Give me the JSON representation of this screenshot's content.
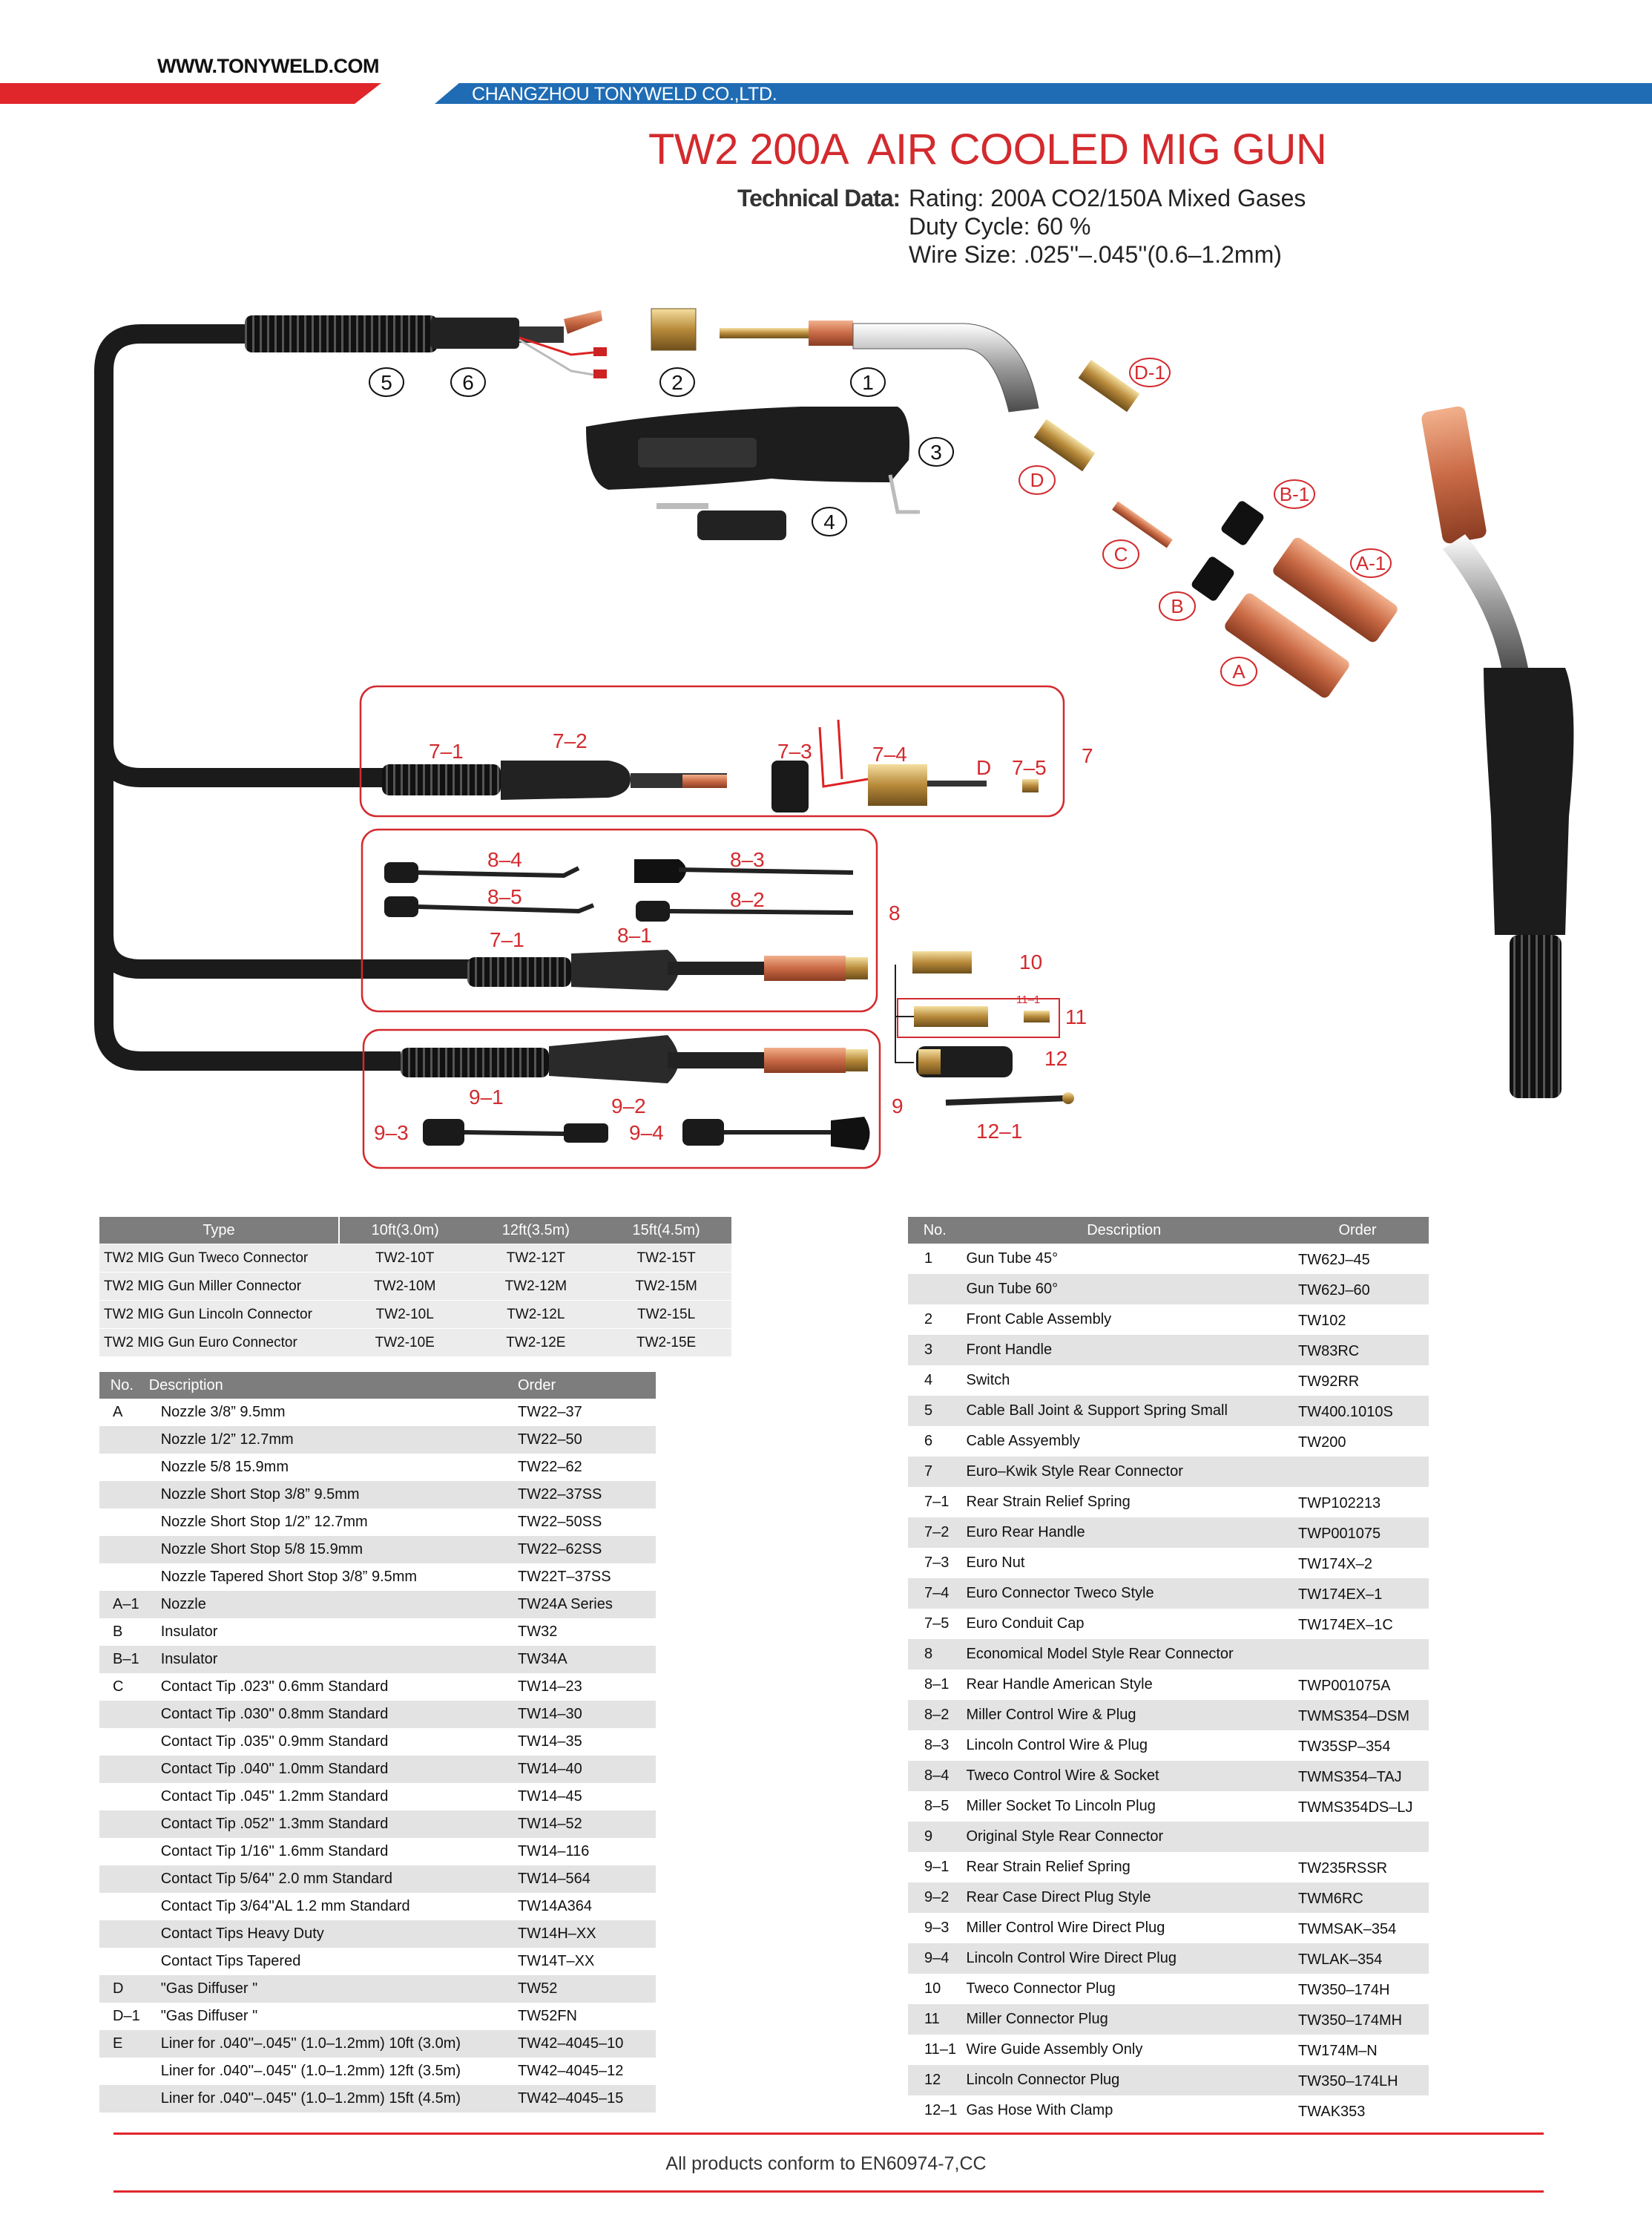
{
  "header": {
    "website": "WWW.TONYWELD.COM",
    "company": "CHANGZHOU TONYWELD CO.,LTD.",
    "title": "TW2 200A  AIR COOLED MIG GUN"
  },
  "tech": {
    "label": "Technical Data:",
    "lines": [
      "Rating: 200A CO2/150A Mixed Gases",
      "Duty Cycle: 60 %",
      "Wire Size: .025''–.045''(0.6–1.2mm)"
    ]
  },
  "callouts": {
    "c1": "1",
    "c2": "2",
    "c3": "3",
    "c4": "4",
    "c5": "5",
    "c6": "6",
    "A": "A",
    "A1": "A-1",
    "B": "B",
    "B1": "B-1",
    "C": "C",
    "D": "D",
    "D1": "D-1",
    "g7": "7",
    "g7_1": "7–1",
    "g7_2": "7–2",
    "g7_3": "7–3",
    "g7_4": "7–4",
    "g7_D": "D",
    "g7_5": "7–5",
    "g8": "8",
    "g8_1": "8–1",
    "g8_2": "8–2",
    "g8_3": "8–3",
    "g8_4": "8–4",
    "g8_5": "8–5",
    "g8_71": "7–1",
    "g9": "9",
    "g9_1": "9–1",
    "g9_2": "9–2",
    "g9_3": "9–3",
    "g9_4": "9–4",
    "g10": "10",
    "g11": "11",
    "g11_1": "11–1",
    "g12": "12",
    "g12_1": "12–1"
  },
  "type_table": {
    "headers": [
      "Type",
      "10ft(3.0m)",
      "12ft(3.5m)",
      "15ft(4.5m)"
    ],
    "rows": [
      [
        "TW2 MIG Gun Tweco Connector",
        "TW2-10T",
        "TW2-12T",
        "TW2-15T"
      ],
      [
        "TW2 MIG Gun Miller Connector",
        "TW2-10M",
        "TW2-12M",
        "TW2-15M"
      ],
      [
        "TW2 MIG Gun Lincoln Connector",
        "TW2-10L",
        "TW2-12L",
        "TW2-15L"
      ],
      [
        "TW2 MIG Gun Euro Connector",
        "TW2-10E",
        "TW2-12E",
        "TW2-15E"
      ]
    ]
  },
  "consumables_table": {
    "headers": [
      "No.",
      "Description",
      "Order"
    ],
    "rows": [
      [
        "A",
        "Nozzle 3/8”   9.5mm",
        "TW22–37"
      ],
      [
        "",
        "Nozzle 1/2”   12.7mm",
        "TW22–50"
      ],
      [
        "",
        "Nozzle 5/8  15.9mm",
        "TW22–62"
      ],
      [
        "",
        "Nozzle Short Stop 3/8”   9.5mm",
        "TW22–37SS"
      ],
      [
        "",
        "Nozzle Short Stop 1/2”   12.7mm",
        "TW22–50SS"
      ],
      [
        "",
        "Nozzle Short Stop 5/8  15.9mm",
        "TW22–62SS"
      ],
      [
        "",
        "Nozzle Tapered Short Stop 3/8”   9.5mm",
        "TW22T–37SS"
      ],
      [
        "A–1",
        "Nozzle",
        "TW24A Series"
      ],
      [
        "B",
        "Insulator",
        "TW32"
      ],
      [
        "B–1",
        "Insulator",
        "TW34A"
      ],
      [
        "C",
        "Contact Tip .023'' 0.6mm Standard",
        "TW14–23"
      ],
      [
        "",
        "Contact Tip .030'' 0.8mm Standard",
        "TW14–30"
      ],
      [
        "",
        "Contact Tip .035'' 0.9mm Standard",
        "TW14–35"
      ],
      [
        "",
        "Contact Tip .040'' 1.0mm Standard",
        "TW14–40"
      ],
      [
        "",
        "Contact Tip .045'' 1.2mm Standard",
        "TW14–45"
      ],
      [
        "",
        "Contact Tip .052'' 1.3mm Standard",
        "TW14–52"
      ],
      [
        "",
        "Contact Tip 1/16'' 1.6mm Standard",
        "TW14–116"
      ],
      [
        "",
        "Contact Tip 5/64'' 2.0 mm Standard",
        "TW14–564"
      ],
      [
        "",
        "Contact Tip 3/64''AL 1.2 mm Standard",
        "TW14A364"
      ],
      [
        "",
        "Contact Tips Heavy Duty",
        "TW14H–XX"
      ],
      [
        "",
        "Contact Tips Tapered",
        "TW14T–XX"
      ],
      [
        "D",
        "\"Gas Diffuser \"",
        "TW52"
      ],
      [
        "D–1",
        "\"Gas Diffuser \"",
        "TW52FN"
      ],
      [
        "E",
        "Liner for .040''–.045'' (1.0–1.2mm) 10ft (3.0m)",
        "TW42–4045–10"
      ],
      [
        "",
        "Liner for .040''–.045'' (1.0–1.2mm) 12ft (3.5m)",
        "TW42–4045–12"
      ],
      [
        "",
        "Liner for .040''–.045'' (1.0–1.2mm) 15ft (4.5m)",
        "TW42–4045–15"
      ]
    ]
  },
  "parts_table": {
    "headers": [
      "No.",
      "Description",
      "Order"
    ],
    "rows": [
      [
        "1",
        "Gun Tube 45°",
        "TW62J–45"
      ],
      [
        "",
        "Gun Tube 60°",
        "TW62J–60"
      ],
      [
        "2",
        "Front Cable Assembly",
        "TW102"
      ],
      [
        "3",
        "Front Handle",
        "TW83RC"
      ],
      [
        "4",
        "Switch",
        "TW92RR"
      ],
      [
        "5",
        "Cable Ball Joint & Support Spring Small",
        "TW400.1010S"
      ],
      [
        "6",
        "Cable Assyembly",
        "TW200"
      ],
      [
        "7",
        "Euro–Kwik Style Rear Connector",
        ""
      ],
      [
        "7–1",
        "Rear Strain Relief Spring",
        "TWP102213"
      ],
      [
        "7–2",
        "Euro Rear Handle",
        "TWP001075"
      ],
      [
        "7–3",
        "Euro Nut",
        "TW174X–2"
      ],
      [
        "7–4",
        "Euro Connector Tweco Style",
        "TW174EX–1"
      ],
      [
        "7–5",
        "Euro Conduit Cap",
        "TW174EX–1C"
      ],
      [
        "8",
        "Economical Model Style Rear Connector",
        ""
      ],
      [
        "8–1",
        "Rear Handle American Style",
        "TWP001075A"
      ],
      [
        "8–2",
        "Miller Control Wire & Plug",
        "TWMS354–DSM"
      ],
      [
        "8–3",
        "Lincoln Control Wire & Plug",
        "TW35SP–354"
      ],
      [
        "8–4",
        "Tweco Control Wire & Socket",
        "TWMS354–TAJ"
      ],
      [
        "8–5",
        "Miller Socket To Lincoln Plug",
        "TWMS354DS–LJ"
      ],
      [
        "9",
        "Original  Style Rear Connector",
        ""
      ],
      [
        "9–1",
        "Rear Strain Relief Spring",
        "TW235RSSR"
      ],
      [
        "9–2",
        "Rear Case Direct Plug Style",
        "TWM6RC"
      ],
      [
        "9–3",
        "Miller Control Wire Direct Plug",
        "TWMSAK–354"
      ],
      [
        "9–4",
        "Lincoln Control Wire Direct Plug",
        "TWLAK–354"
      ],
      [
        "10",
        "Tweco Connector Plug",
        "TW350–174H"
      ],
      [
        "11",
        "Miller Connector Plug",
        "TW350–174MH"
      ],
      [
        "11–1",
        "Wire Guide Assembly Only",
        "TW174M–N"
      ],
      [
        "12",
        "Lincoln Connector Plug",
        "TW350–174LH"
      ],
      [
        "12–1",
        "Gas Hose With Clamp",
        "TWAK353"
      ]
    ]
  },
  "footer": {
    "text": "All products conform to EN60974-7,CC"
  },
  "colors": {
    "accent_red": "#e0262b",
    "brand_blue": "#1f6cb5",
    "header_gray": "#7d7d7d",
    "row_shade": "#e3e3e3"
  }
}
